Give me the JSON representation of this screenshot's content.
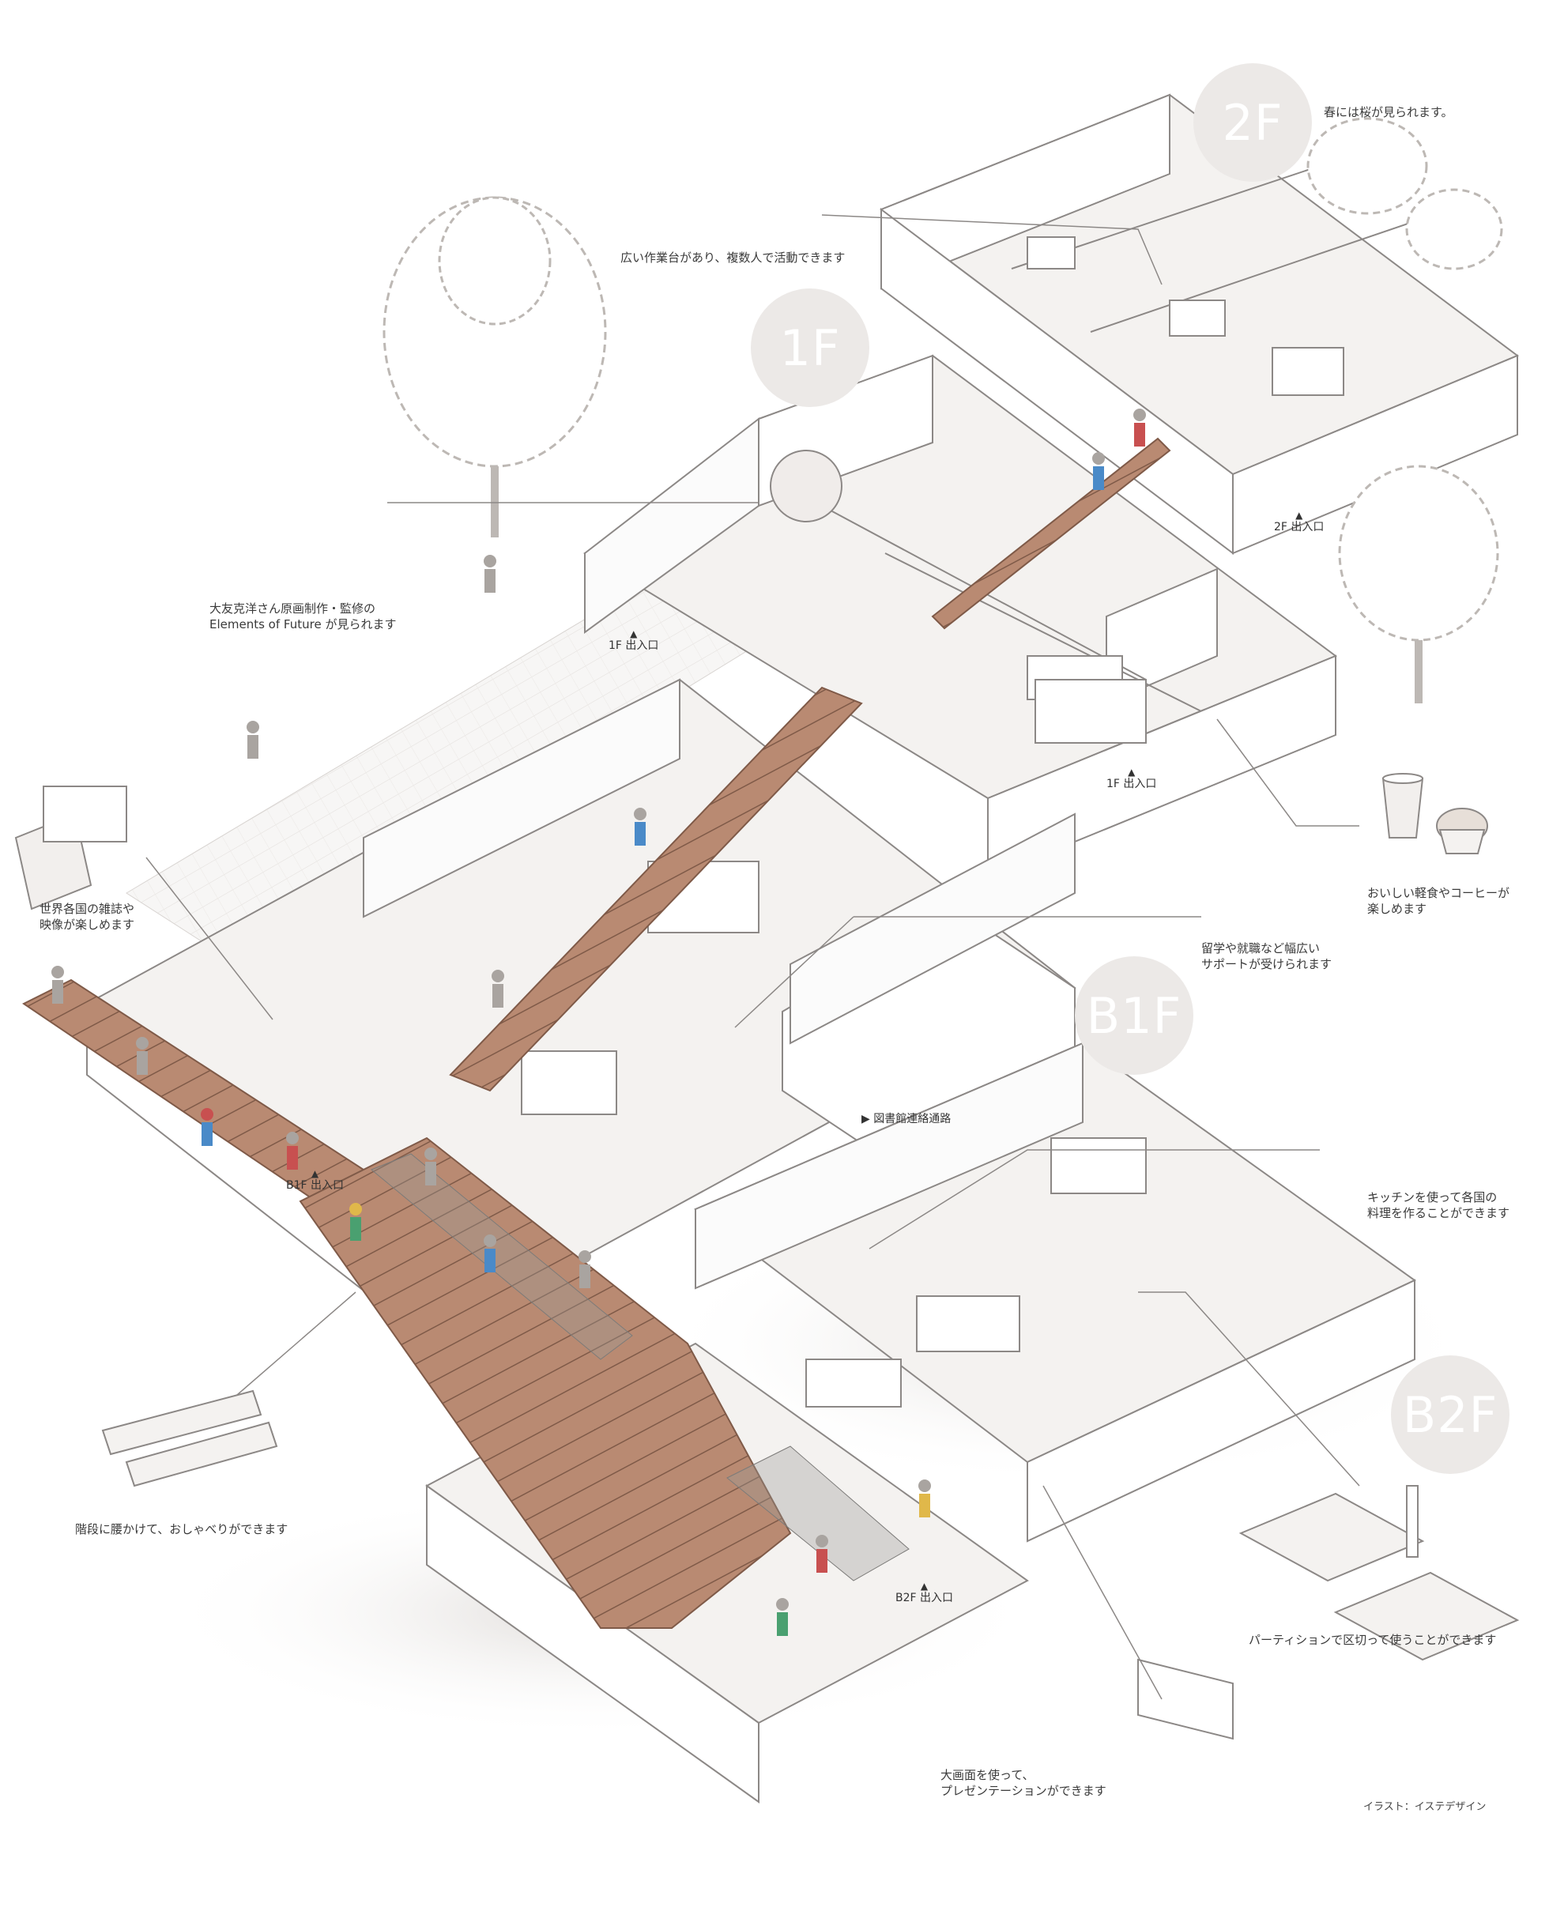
{
  "floors": [
    "2F",
    "1F",
    "B1F",
    "B2F"
  ],
  "callouts": {
    "sakura": "春には桜が見られます。",
    "worktable": "広い作業台があり、複数人で活動できます",
    "elements": [
      "大友克洋さん原画制作・監修の",
      "Elements of Future が見られます"
    ],
    "magazines": [
      "世界各国の雑誌や",
      "映像が楽しめます"
    ],
    "cafe": [
      "おいしい軽食やコーヒーが",
      "楽しめます"
    ],
    "support": [
      "留学や就職など幅広い",
      "サポートが受けられます"
    ],
    "kitchen": [
      "キッチンを使って各国の",
      "料理を作ることができます"
    ],
    "stairs_chat": "階段に腰かけて、おしゃべりができます",
    "partition": "パーティションで区切って使うことができます",
    "presentation": [
      "大画面を使って、",
      "プレゼンテーションができます"
    ]
  },
  "entrances": {
    "f2": "2F 出入口",
    "f1_left": "1F 出入口",
    "f1_right": "1F 出入口",
    "b1f": "B1F 出入口",
    "b2f": "B2F 出入口",
    "marker": "▲"
  },
  "corridor": {
    "marker": "▶",
    "label": "図書館連絡通路"
  },
  "credit": "イラスト：イステデザイン",
  "colors": {
    "line": "#8c8886",
    "wall": "#ffffff",
    "floor": "#f4f2f0",
    "stair": "#b98a72",
    "stair_edge": "#7f5a48",
    "glass": "#9c9b99",
    "badge": "#ece9e7",
    "tree": "#bdb8b4",
    "person": "#a9a4a0",
    "accent_people": [
      "#c85050",
      "#4a8ac8",
      "#e0b84a",
      "#4aa070"
    ]
  },
  "icons": [
    "tree-icon",
    "person-icon",
    "coffee-cup-icon",
    "muffin-icon",
    "tablet-icon",
    "easel-icon"
  ]
}
